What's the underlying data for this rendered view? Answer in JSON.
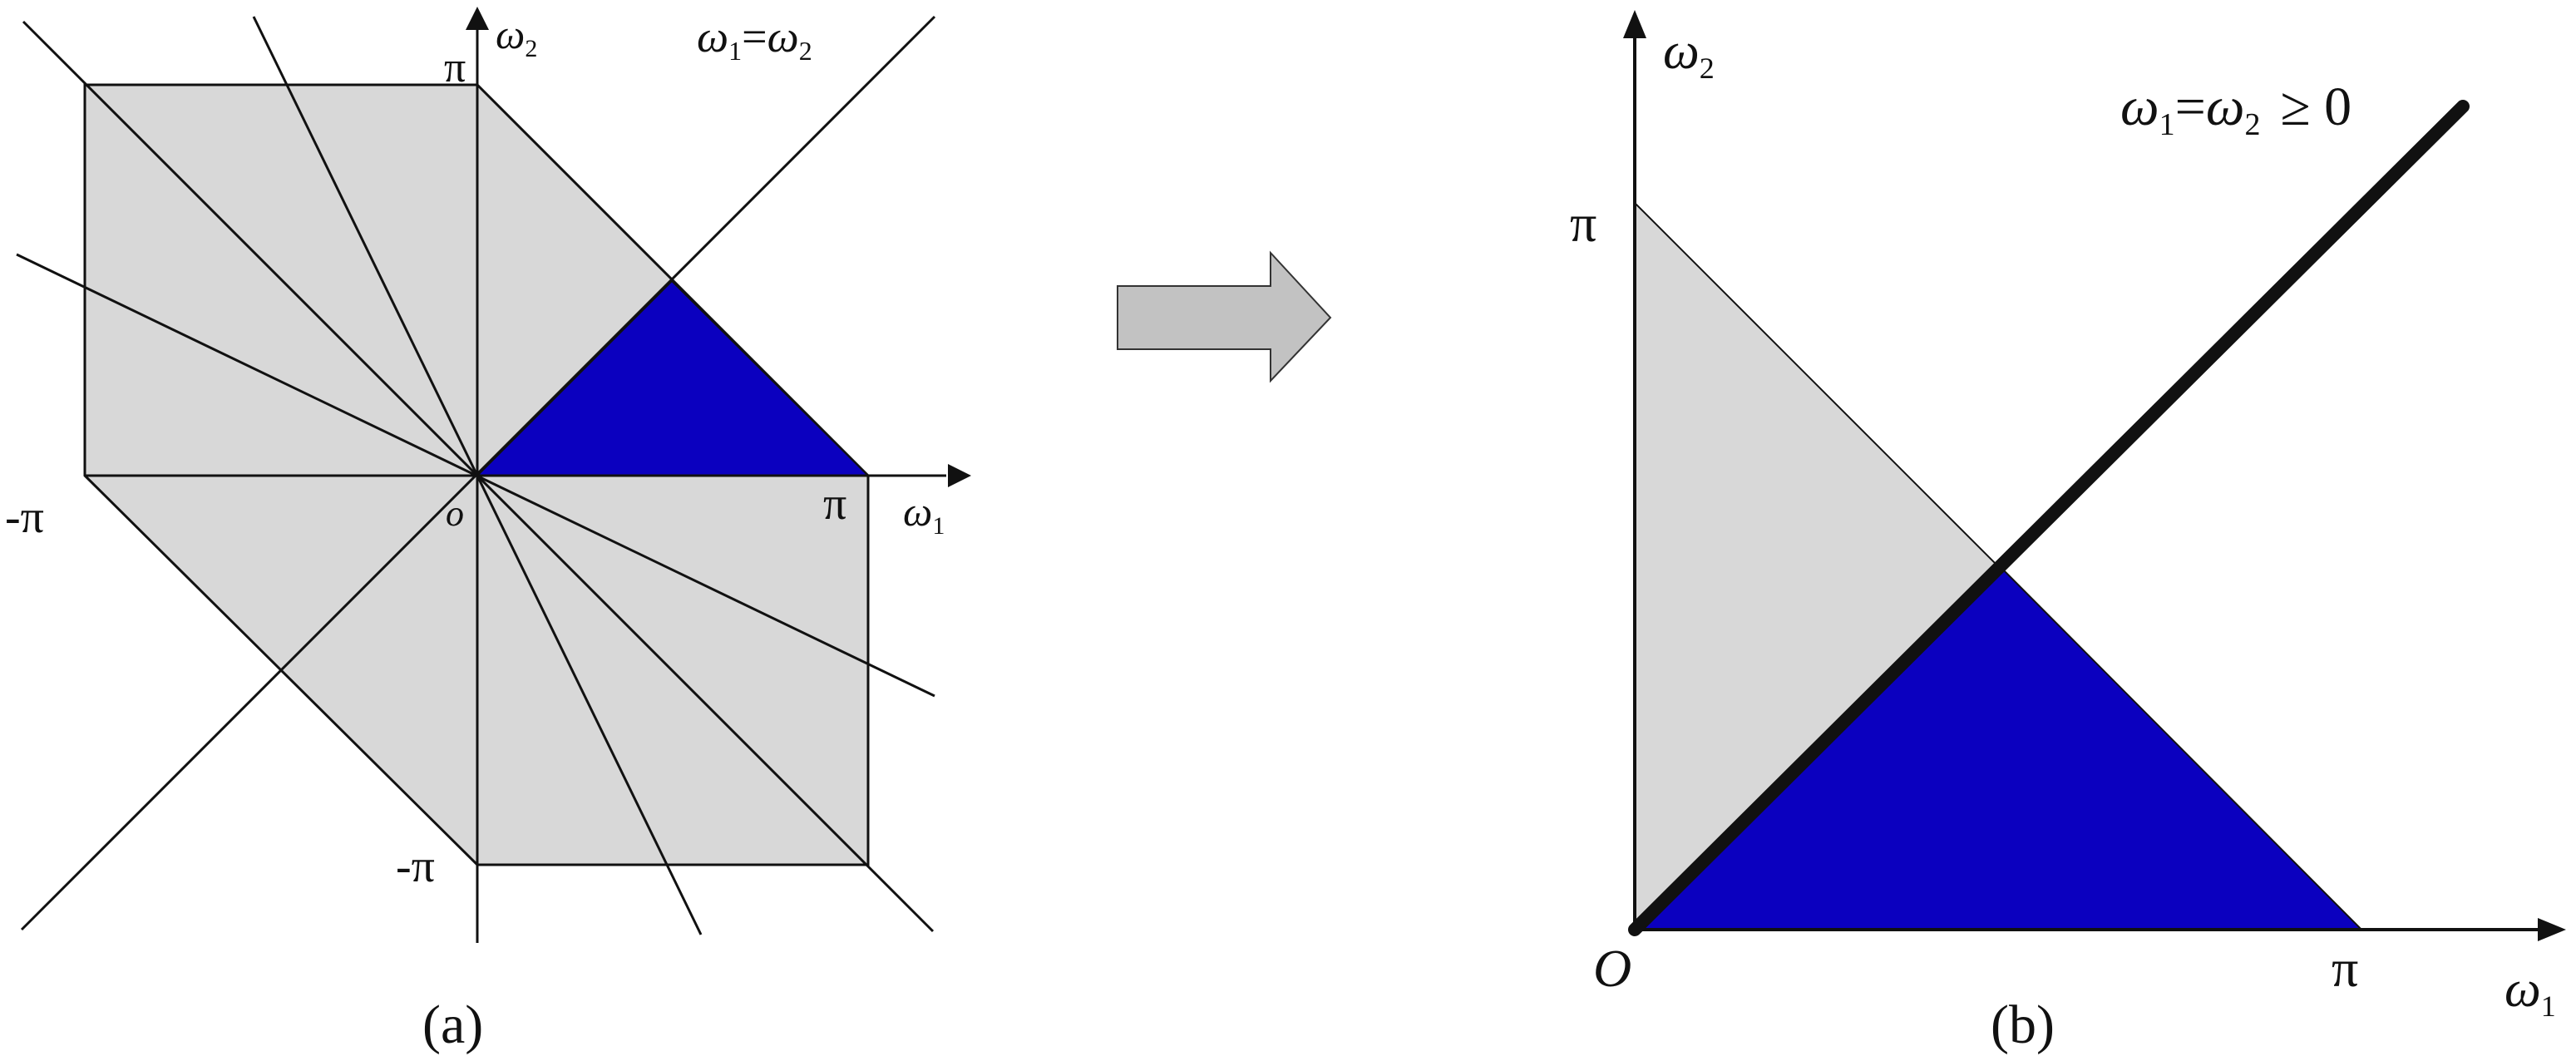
{
  "colors": {
    "region": "#d8d8d8",
    "highlight": "#0b00bf",
    "line": "#111111",
    "arrow_fill": "#c2c2c2"
  },
  "panel_a": {
    "caption": "(a)",
    "origin_label": "o",
    "axis_x": {
      "symbol": "ω",
      "sub": "1"
    },
    "axis_y": {
      "symbol": "ω",
      "sub": "2"
    },
    "tick_pi_x": "π",
    "tick_neg_pi_x": "-π",
    "tick_pi_y": "π",
    "tick_neg_pi_y": "-π",
    "diag_label": {
      "lhs": "ω",
      "lhs_sub": "1",
      "eq": "=",
      "rhs": "ω",
      "rhs_sub": "2"
    }
  },
  "panel_b": {
    "caption": "(b)",
    "origin_label": "O",
    "axis_x": {
      "symbol": "ω",
      "sub": "1"
    },
    "axis_y": {
      "symbol": "ω",
      "sub": "2"
    },
    "tick_pi_x": "π",
    "tick_pi_y": "π",
    "diag_label": {
      "lhs": "ω",
      "lhs_sub": "1",
      "eq": "=",
      "rhs": "ω",
      "rhs_sub": "2",
      "tail": "≥ 0"
    }
  },
  "transition_arrow": "right-arrow-icon"
}
